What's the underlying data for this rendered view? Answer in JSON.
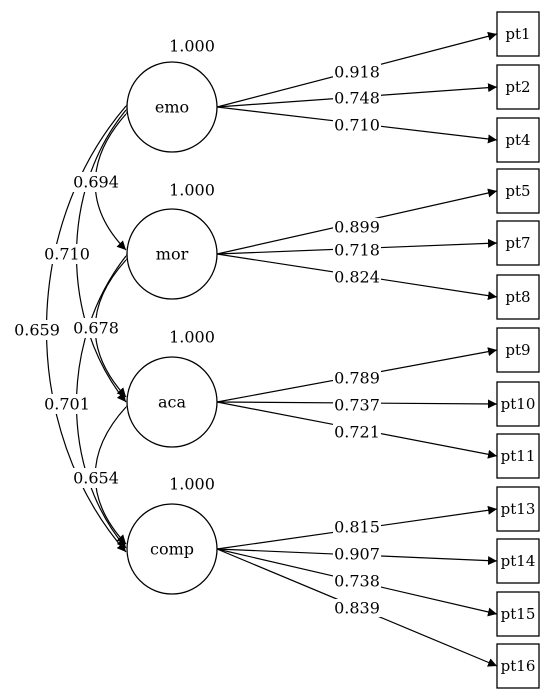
{
  "latent_factors": [
    {
      "id": "emo",
      "label": "emo",
      "variance": "1.000"
    },
    {
      "id": "mor",
      "label": "mor",
      "variance": "1.000"
    },
    {
      "id": "aca",
      "label": "aca",
      "variance": "1.000"
    },
    {
      "id": "comp",
      "label": "comp",
      "variance": "1.000"
    }
  ],
  "indicators": [
    {
      "id": "pt1",
      "label": "pt1"
    },
    {
      "id": "pt2",
      "label": "pt2"
    },
    {
      "id": "pt4",
      "label": "pt4"
    },
    {
      "id": "pt5",
      "label": "pt5"
    },
    {
      "id": "pt7",
      "label": "pt7"
    },
    {
      "id": "pt8",
      "label": "pt8"
    },
    {
      "id": "pt9",
      "label": "pt9"
    },
    {
      "id": "pt10",
      "label": "pt10"
    },
    {
      "id": "pt11",
      "label": "pt11"
    },
    {
      "id": "pt13",
      "label": "pt13"
    },
    {
      "id": "pt14",
      "label": "pt14"
    },
    {
      "id": "pt15",
      "label": "pt15"
    },
    {
      "id": "pt16",
      "label": "pt16"
    }
  ],
  "loadings": [
    {
      "from": "emo",
      "to": "pt1",
      "value": "0.918"
    },
    {
      "from": "emo",
      "to": "pt2",
      "value": "0.748"
    },
    {
      "from": "emo",
      "to": "pt4",
      "value": "0.710"
    },
    {
      "from": "mor",
      "to": "pt5",
      "value": "0.899"
    },
    {
      "from": "mor",
      "to": "pt7",
      "value": "0.718"
    },
    {
      "from": "mor",
      "to": "pt8",
      "value": "0.824"
    },
    {
      "from": "aca",
      "to": "pt9",
      "value": "0.789"
    },
    {
      "from": "aca",
      "to": "pt10",
      "value": "0.737"
    },
    {
      "from": "aca",
      "to": "pt11",
      "value": "0.721"
    },
    {
      "from": "comp",
      "to": "pt13",
      "value": "0.815"
    },
    {
      "from": "comp",
      "to": "pt14",
      "value": "0.907"
    },
    {
      "from": "comp",
      "to": "pt15",
      "value": "0.738"
    },
    {
      "from": "comp",
      "to": "pt16",
      "value": "0.839"
    }
  ],
  "correlations": [
    {
      "a": "emo",
      "b": "mor",
      "value": "0.694"
    },
    {
      "a": "mor",
      "b": "aca",
      "value": "0.678"
    },
    {
      "a": "aca",
      "b": "comp",
      "value": "0.654"
    },
    {
      "a": "emo",
      "b": "aca",
      "value": "0.710"
    },
    {
      "a": "mor",
      "b": "comp",
      "value": "0.701"
    },
    {
      "a": "emo",
      "b": "comp",
      "value": "0.659"
    }
  ]
}
